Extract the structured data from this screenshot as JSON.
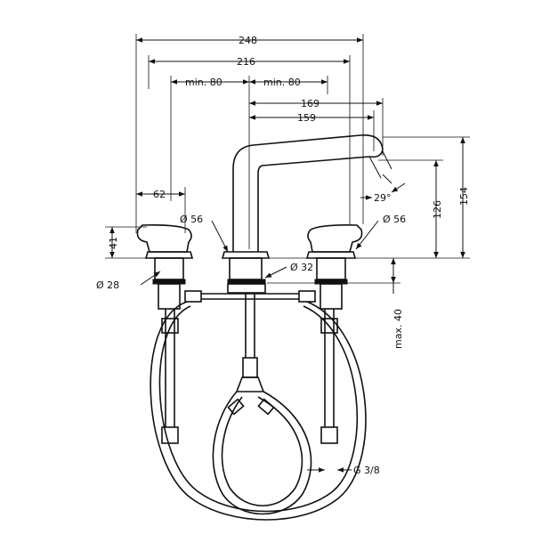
{
  "dimensions": {
    "width_overall": "248",
    "width_handles": "216",
    "min_left": "min. 80",
    "min_right": "min. 80",
    "spout_reach_outer": "169",
    "spout_reach_inner": "159",
    "handle_width": "62",
    "spout_angle": "29°",
    "handle_height": "41",
    "spout_height_126": "126",
    "spout_height_154": "154",
    "base_dia_left": "Ø 56",
    "base_dia_right": "Ø 56",
    "hole_dia_left": "Ø 28",
    "hole_dia_center": "Ø 32",
    "deck_thickness": "max. 40",
    "connection_thread": "G 3/8"
  },
  "colors": {
    "ink": "#111111",
    "background": "#ffffff"
  }
}
